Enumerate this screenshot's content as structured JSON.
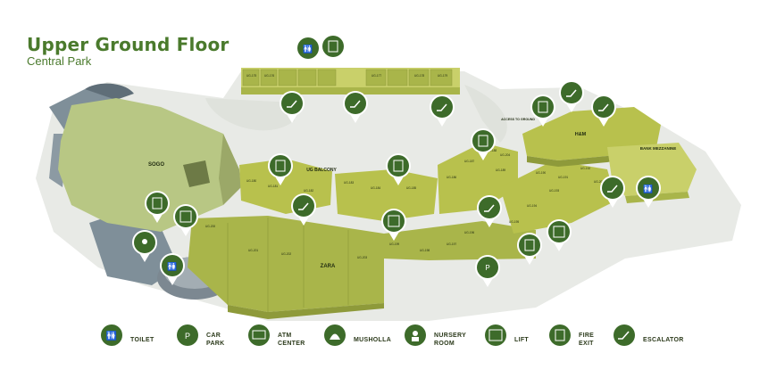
{
  "header": {
    "title": "Upper Ground Floor",
    "subtitle": "Central Park"
  },
  "colors": {
    "brand_green": "#4a7a2c",
    "store_green": "#a9b54a",
    "store_light": "#c9d06a",
    "pin_green": "#3d6b2a",
    "floor_grey": "#e6e8e4",
    "anchor_sage": "#b8c784"
  },
  "map": {
    "anchor_sogo": "SOGO",
    "anchor_zara": "ZARA",
    "anchor_hm": "H&M",
    "ug_balcony": "UG\nBALCONY",
    "bank_mezzanine": "BANK MEZZANINE",
    "access_ground": "ACCESS\nTO\nGROUND",
    "unit_labels": [
      "UG-175",
      "UG-176",
      "UG-177",
      "UG-178",
      "UG-179",
      "UG-180",
      "UG-181",
      "UG-182",
      "UG-183",
      "UG-184",
      "UG-185",
      "UG-186",
      "UG-187",
      "UG-188",
      "UG-189",
      "UG-190",
      "UG-191",
      "UG-192",
      "UG-193",
      "UG-194",
      "UG-195",
      "UG-196",
      "UG-197",
      "UG-198",
      "UG-199",
      "UG-200",
      "UG-201",
      "UG-202",
      "UG-203",
      "UG-204",
      "UG-205"
    ]
  },
  "legend": [
    {
      "icon": "toilet-icon",
      "label": "TOILET"
    },
    {
      "icon": "car-park-icon",
      "label": "CAR\nPARK"
    },
    {
      "icon": "atm-icon",
      "label": "ATM\nCENTER"
    },
    {
      "icon": "musholla-icon",
      "label": "MUSHOLLA"
    },
    {
      "icon": "nursery-room-icon",
      "label": "NURSERY\nROOM"
    },
    {
      "icon": "lift-icon",
      "label": "LIFT"
    },
    {
      "icon": "fire-exit-icon",
      "label": "FIRE\nEXIT"
    },
    {
      "icon": "escalator-icon",
      "label": "ESCALATOR"
    }
  ]
}
